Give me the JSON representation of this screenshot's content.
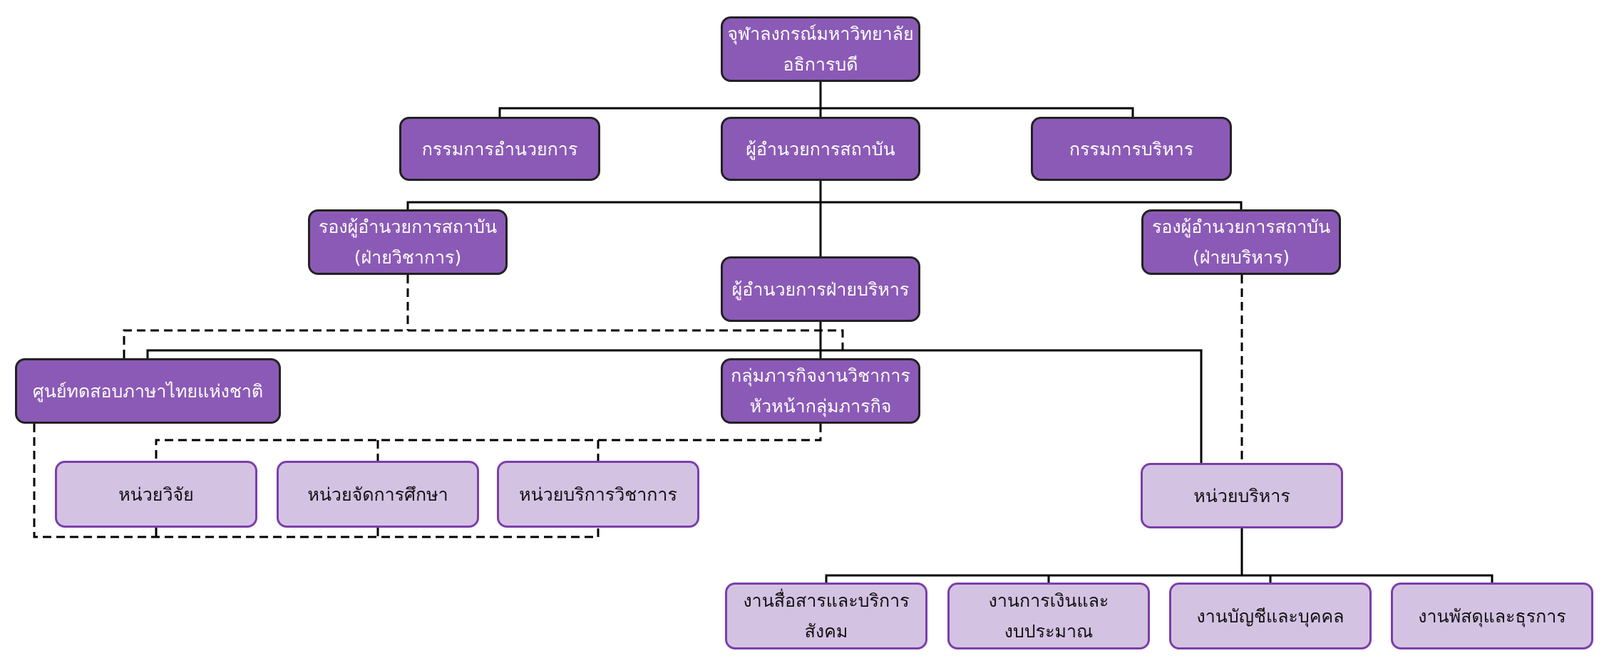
{
  "colors": {
    "primary_box": "#8b5ab6",
    "primary_border": "#222222",
    "secondary_box": "#d4c2e3",
    "secondary_border": "#7a3fa8",
    "connector": "#000000"
  },
  "chart": {
    "top": {
      "line1": "จุฬาลงกรณ์มหาวิทยาลัย",
      "line2": "อธิการบดี"
    },
    "board_directors": "กรรมการอำนวยการ",
    "institute_director": "ผู้อำนวยการสถาบัน",
    "executive_board": "กรรมการบริหาร",
    "deputy_academic": {
      "line1": "รองผู้อำนวยการสถาบัน",
      "line2": "(ฝ่ายวิชาการ)"
    },
    "deputy_admin": {
      "line1": "รองผู้อำนวยการสถาบัน",
      "line2": "(ฝ่ายบริหาร)"
    },
    "admin_director": "ผู้อำนวยการฝ่ายบริหาร",
    "thai_test_center": "ศูนย์ทดสอบภาษาไทยแห่งชาติ",
    "academic_group": {
      "line1": "กลุ่มภารกิจงานวิชาการ",
      "line2": "หัวหน้ากลุ่มภารกิจ"
    },
    "research_unit": "หน่วยวิจัย",
    "education_unit": "หน่วยจัดการศึกษา",
    "academic_service_unit": "หน่วยบริการวิชาการ",
    "admin_unit": "หน่วยบริหาร",
    "comm_service": {
      "line1": "งานสื่อสารและบริการ",
      "line2": "สังคม"
    },
    "finance_budget": {
      "line1": "งานการเงินและ",
      "line2": "งบประมาณ"
    },
    "accounting_personnel": "งานบัญชีและบุคคล",
    "supplies_general": "งานพัสดุและธุรการ"
  }
}
